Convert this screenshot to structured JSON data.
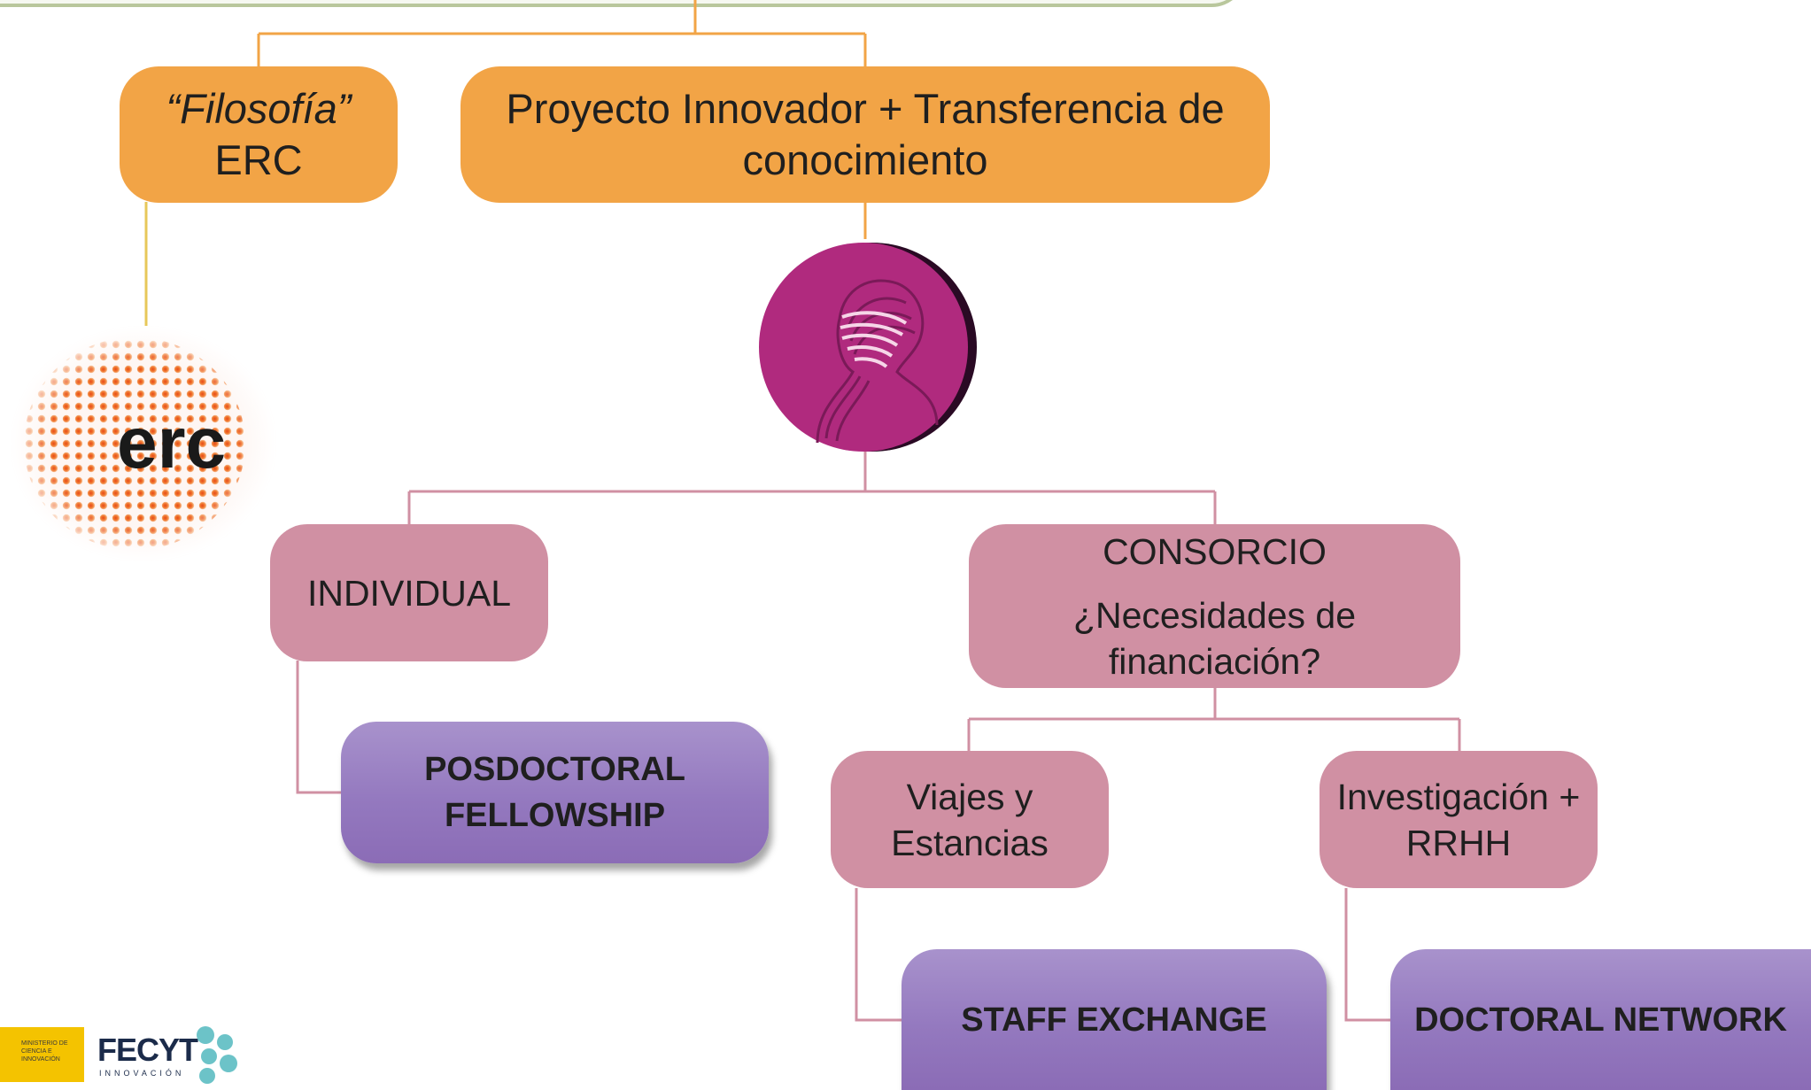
{
  "top_bar": {},
  "level1": {
    "erc_philosophy": {
      "line1": "“Filosofía”",
      "line2": "ERC"
    },
    "project": {
      "line1": "Proyecto  Innovador + Transferencia de",
      "line2": "conocimiento"
    }
  },
  "logos": {
    "erc": {
      "text": "erc"
    },
    "msca": {
      "name": "msca-portrait-logo"
    },
    "ministerio": {
      "text": "MINISTERIO DE CIENCIA E INNOVACIÓN"
    },
    "fecyt": {
      "text": "FECYT",
      "sub": "INNOVACIÓN"
    }
  },
  "level2": {
    "individual": {
      "label": "INDIVIDUAL"
    },
    "consorcio": {
      "line1": "CONSORCIO",
      "line2": "¿Necesidades de",
      "line3": "financiación?"
    }
  },
  "level3": {
    "posdoctoral": {
      "line1": "POSDOCTORAL",
      "line2": "FELLOWSHIP"
    },
    "viajes": {
      "line1": "Viajes y",
      "line2": "Estancias"
    },
    "investigacion": {
      "line1": "Investigación +",
      "line2": "RRHH"
    }
  },
  "level4": {
    "staff": {
      "label": "STAFF EXCHANGE"
    },
    "doctoral": {
      "label": "DOCTORAL NETWORK"
    }
  },
  "colors": {
    "orange": "#f2a446",
    "pink": "#d090a3",
    "purple": "#9479bf",
    "connector_orange": "#f2a446",
    "connector_pink": "#d090a3",
    "msca_magenta": "#b02a7e"
  }
}
